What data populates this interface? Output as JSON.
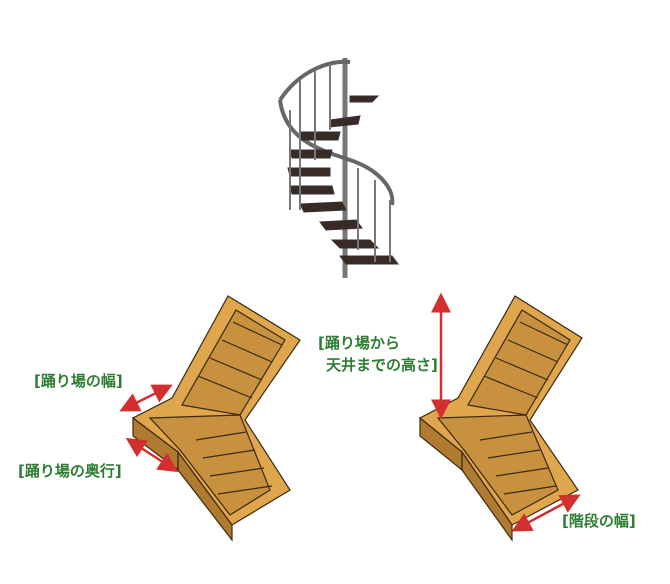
{
  "labels": {
    "landing_width": "[踊り場の幅]",
    "landing_depth": "[踊り場の奥行]",
    "landing_height_line1": "[踊り場から",
    "landing_height_line2": "天井までの高さ]",
    "stair_width": "[階段の幅]"
  },
  "colors": {
    "label": "#2e7d32",
    "arrow": "#d32f2f",
    "wood": "#c8913f",
    "wood_light": "#e0a64e",
    "steel": "#555555",
    "tread": "#3a2a26"
  }
}
